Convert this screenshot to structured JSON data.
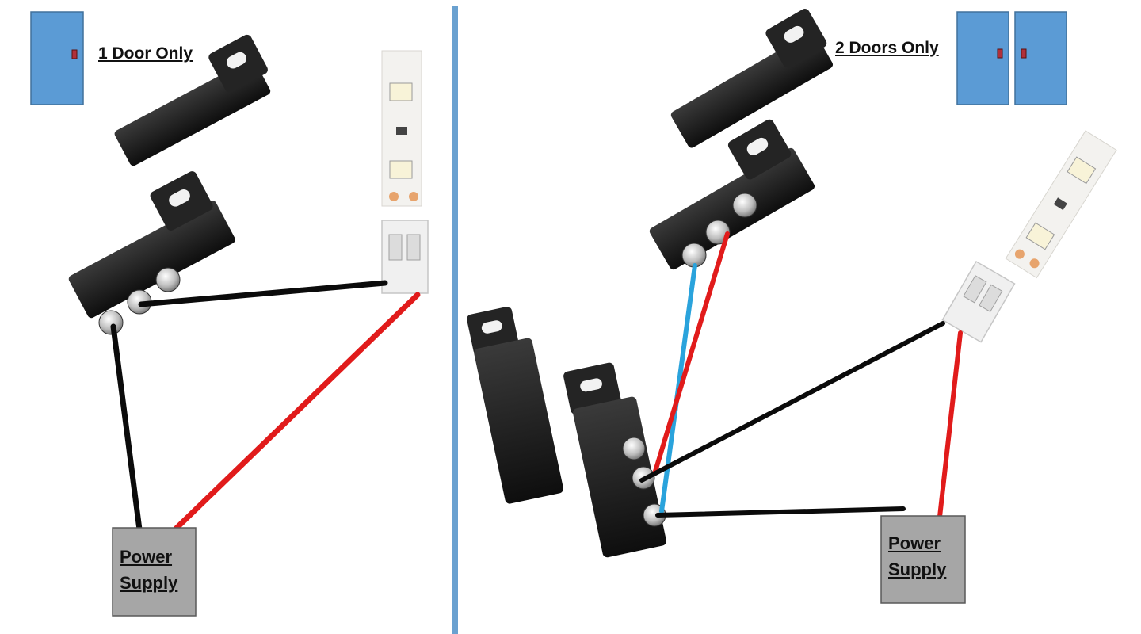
{
  "panels": {
    "one_door": {
      "title": "1 Door Only",
      "power_supply": {
        "line1": "Power",
        "line2": "Supply"
      }
    },
    "two_doors": {
      "title": "2 Doors Only",
      "power_supply": {
        "line1": "Power",
        "line2": "Supply"
      }
    }
  },
  "colors": {
    "door_blue": "#5b9bd5",
    "door_border": "#41719c",
    "divider": "#6aa1d0",
    "wire_black": "#0b0b0b",
    "wire_red": "#e11b1b",
    "wire_blue": "#2aa3dc",
    "power_supply_fill": "#a6a6a6",
    "sensor_body": "#1b1b1b"
  },
  "icons": [
    "door-icon",
    "magnet-sensor-icon",
    "led-strip-icon",
    "connector-icon",
    "screw-terminal-icon"
  ]
}
